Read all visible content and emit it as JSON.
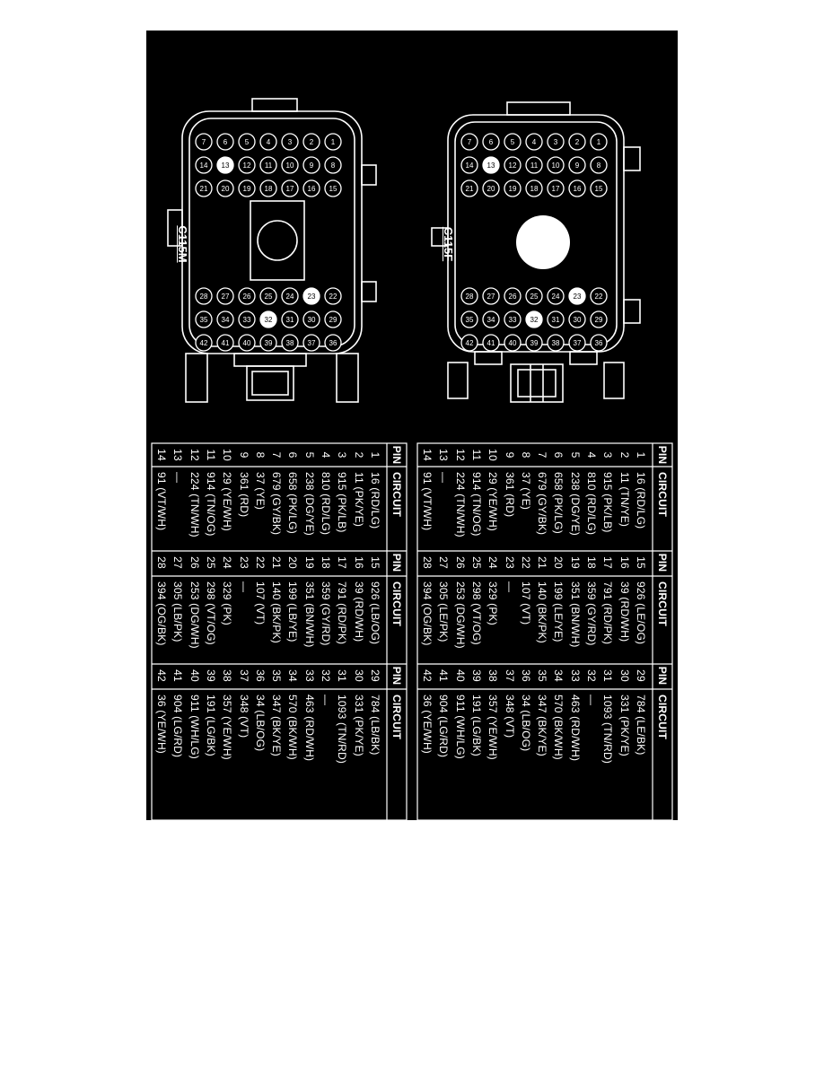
{
  "connectors": [
    {
      "id": "c115f",
      "name": "C115F",
      "headers": [
        "PIN",
        "CIRCUIT",
        "PIN",
        "CIRCUIT",
        "PIN",
        "CIRCUIT"
      ],
      "rows": [
        [
          "1",
          "16 (RD/LG)",
          "15",
          "926 (LE/OG)",
          "29",
          "784 (LE/BK)"
        ],
        [
          "2",
          "11 (TN/YE)",
          "16",
          "39 (RD/WH)",
          "30",
          "331 (PK/YE)"
        ],
        [
          "3",
          "915 (PK/LB)",
          "17",
          "791 (RD/PK)",
          "31",
          "1093 (TN/RD)"
        ],
        [
          "4",
          "810 (RD/LG)",
          "18",
          "359 (GY/RD)",
          "32",
          "—"
        ],
        [
          "5",
          "238 (DG/YE)",
          "19",
          "351 (BN/WH)",
          "33",
          "463 (RD/WH)"
        ],
        [
          "6",
          "658 (PK/LG)",
          "20",
          "199 (LE/YE)",
          "34",
          "570 (BK/WH)"
        ],
        [
          "7",
          "679 (GY/BK)",
          "21",
          "140 (BK/PK)",
          "35",
          "347 (BK/YE)"
        ],
        [
          "8",
          "37 (YE)",
          "22",
          "107 (VT)",
          "36",
          "34 (LB/OG)"
        ],
        [
          "9",
          "361 (RD)",
          "23",
          "—",
          "37",
          "348 (VT)"
        ],
        [
          "10",
          "29 (YE/WH)",
          "24",
          "329 (PK)",
          "38",
          "357 (YE/WH)"
        ],
        [
          "11",
          "914 (TN/OG)",
          "25",
          "298 (VT/OG)",
          "39",
          "191 (LG/BK)"
        ],
        [
          "12",
          "224 (TN/WH)",
          "26",
          "253 (DG/WH)",
          "40",
          "911 (WH/LG)"
        ],
        [
          "13",
          "—",
          "27",
          "305 (LE/PK)",
          "41",
          "904 (LG/RD)"
        ],
        [
          "14",
          "91 (VT/WH)",
          "28",
          "394 (OG/BK)",
          "42",
          "36 (YE/WH)"
        ]
      ],
      "cavities": [
        {
          "label": "1",
          "filled": false
        },
        {
          "label": "2",
          "filled": false
        },
        {
          "label": "3",
          "filled": false
        },
        {
          "label": "4",
          "filled": false
        },
        {
          "label": "5",
          "filled": false
        },
        {
          "label": "6",
          "filled": false
        },
        {
          "label": "7",
          "filled": false
        },
        {
          "label": "8",
          "filled": false
        },
        {
          "label": "9",
          "filled": false
        },
        {
          "label": "10",
          "filled": false
        },
        {
          "label": "11",
          "filled": false
        },
        {
          "label": "12",
          "filled": false
        },
        {
          "label": "13",
          "filled": true
        },
        {
          "label": "14",
          "filled": false
        },
        {
          "label": "15",
          "filled": false
        },
        {
          "label": "16",
          "filled": false
        },
        {
          "label": "17",
          "filled": false
        },
        {
          "label": "18",
          "filled": false
        },
        {
          "label": "19",
          "filled": false
        },
        {
          "label": "20",
          "filled": false
        },
        {
          "label": "21",
          "filled": false
        },
        {
          "label": "22",
          "filled": false
        },
        {
          "label": "23",
          "filled": true
        },
        {
          "label": "24",
          "filled": false
        },
        {
          "label": "25",
          "filled": false
        },
        {
          "label": "26",
          "filled": false
        },
        {
          "label": "27",
          "filled": false
        },
        {
          "label": "28",
          "filled": false
        },
        {
          "label": "29",
          "filled": false
        },
        {
          "label": "30",
          "filled": false
        },
        {
          "label": "31",
          "filled": false
        },
        {
          "label": "32",
          "filled": true
        },
        {
          "label": "33",
          "filled": false
        },
        {
          "label": "34",
          "filled": false
        },
        {
          "label": "35",
          "filled": false
        },
        {
          "label": "36",
          "filled": false
        },
        {
          "label": "37",
          "filled": false
        },
        {
          "label": "38",
          "filled": false
        },
        {
          "label": "39",
          "filled": false
        },
        {
          "label": "40",
          "filled": false
        },
        {
          "label": "41",
          "filled": false
        },
        {
          "label": "42",
          "filled": false
        }
      ]
    },
    {
      "id": "c115m",
      "name": "C115M",
      "headers": [
        "PIN",
        "CIRCUIT",
        "PIN",
        "CIRCUIT",
        "PIN",
        "CIRCUIT"
      ],
      "rows": [
        [
          "1",
          "16 (RD/LG)",
          "15",
          "926 (LB/OG)",
          "29",
          "784 (LB/BK)"
        ],
        [
          "2",
          "11 (PK/YE)",
          "16",
          "39 (RD/WH)",
          "30",
          "331 (PK/YE)"
        ],
        [
          "3",
          "915 (PK/LB)",
          "17",
          "791 (RD/PK)",
          "31",
          "1093 (TN/RD)"
        ],
        [
          "4",
          "810 (RD/LG)",
          "18",
          "359 (GY/RD)",
          "32",
          "—"
        ],
        [
          "5",
          "238 (DG/YE)",
          "19",
          "351 (BN/WH)",
          "33",
          "463 (RD/WH)"
        ],
        [
          "6",
          "658 (PK/LG)",
          "20",
          "199 (LB/YE)",
          "34",
          "570 (BK/WH)"
        ],
        [
          "7",
          "679 (GY/BK)",
          "21",
          "140 (BK/PK)",
          "35",
          "347 (BK/YE)"
        ],
        [
          "8",
          "37 (YE)",
          "22",
          "107 (VT)",
          "36",
          "34 (LB/OG)"
        ],
        [
          "9",
          "361 (RD)",
          "23",
          "—",
          "37",
          "348 (VT)"
        ],
        [
          "10",
          "29 (YE/WH)",
          "24",
          "329 (PK)",
          "38",
          "357 (YE/WH)"
        ],
        [
          "11",
          "914 (TN/OG)",
          "25",
          "298 (VT/OG)",
          "39",
          "191 (LG/BK)"
        ],
        [
          "12",
          "224 (TN/WH)",
          "26",
          "253 (DG/WH)",
          "40",
          "911 (WH/LG)"
        ],
        [
          "13",
          "—",
          "27",
          "305 (LB/PK)",
          "41",
          "904 (LG/RD)"
        ],
        [
          "14",
          "91 (VT/WH)",
          "28",
          "394 (OG/BK)",
          "42",
          "36 (YE/WH)"
        ]
      ],
      "cavities": [
        {
          "label": "1",
          "filled": false
        },
        {
          "label": "2",
          "filled": false
        },
        {
          "label": "3",
          "filled": false
        },
        {
          "label": "4",
          "filled": false
        },
        {
          "label": "5",
          "filled": false
        },
        {
          "label": "6",
          "filled": false
        },
        {
          "label": "7",
          "filled": false
        },
        {
          "label": "8",
          "filled": false
        },
        {
          "label": "9",
          "filled": false
        },
        {
          "label": "10",
          "filled": false
        },
        {
          "label": "11",
          "filled": false
        },
        {
          "label": "12",
          "filled": false
        },
        {
          "label": "13",
          "filled": true
        },
        {
          "label": "14",
          "filled": false
        },
        {
          "label": "15",
          "filled": false
        },
        {
          "label": "16",
          "filled": false
        },
        {
          "label": "17",
          "filled": false
        },
        {
          "label": "18",
          "filled": false
        },
        {
          "label": "19",
          "filled": false
        },
        {
          "label": "20",
          "filled": false
        },
        {
          "label": "21",
          "filled": false
        },
        {
          "label": "22",
          "filled": false
        },
        {
          "label": "23",
          "filled": true
        },
        {
          "label": "24",
          "filled": false
        },
        {
          "label": "25",
          "filled": false
        },
        {
          "label": "26",
          "filled": false
        },
        {
          "label": "27",
          "filled": false
        },
        {
          "label": "28",
          "filled": false
        },
        {
          "label": "29",
          "filled": false
        },
        {
          "label": "30",
          "filled": false
        },
        {
          "label": "31",
          "filled": false
        },
        {
          "label": "32",
          "filled": true
        },
        {
          "label": "33",
          "filled": false
        },
        {
          "label": "34",
          "filled": false
        },
        {
          "label": "35",
          "filled": false
        },
        {
          "label": "36",
          "filled": false
        },
        {
          "label": "37",
          "filled": false
        },
        {
          "label": "38",
          "filled": false
        },
        {
          "label": "39",
          "filled": false
        },
        {
          "label": "40",
          "filled": false
        },
        {
          "label": "41",
          "filled": false
        },
        {
          "label": "42",
          "filled": false
        }
      ]
    }
  ],
  "colors": {
    "background": "#000000",
    "ink": "#ffffff",
    "page": "#ffffff"
  }
}
